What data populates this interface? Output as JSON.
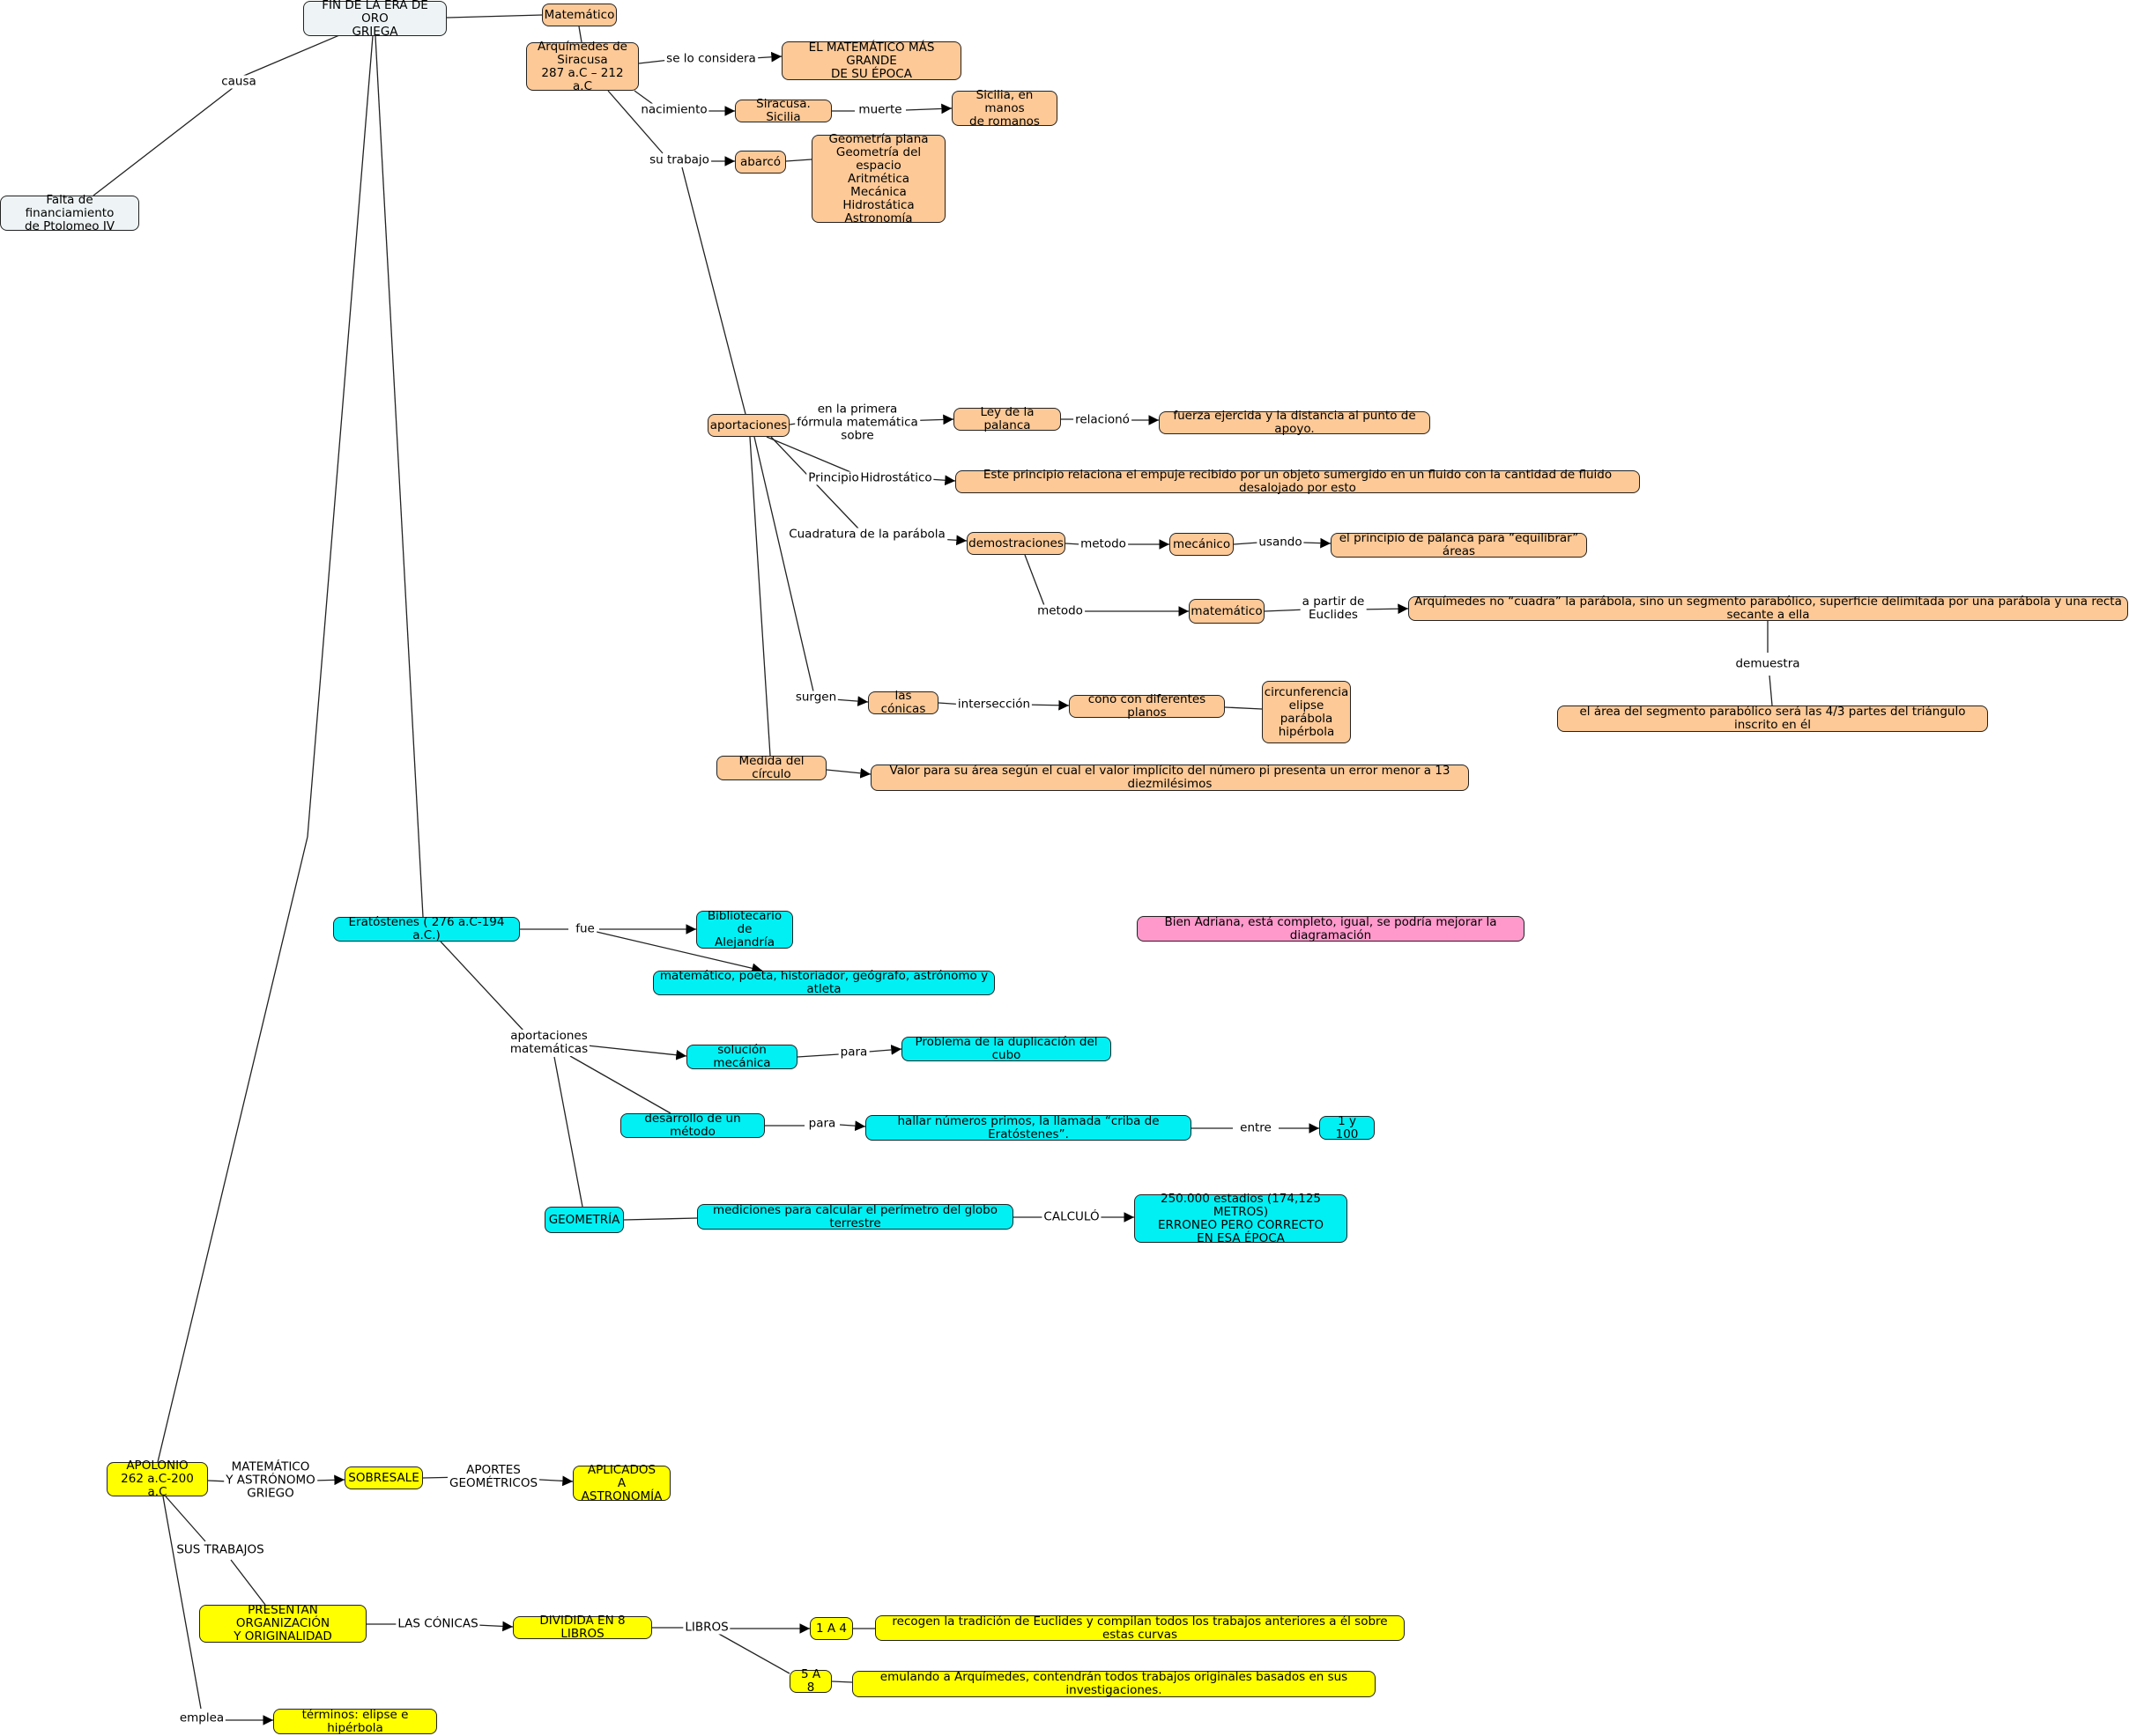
{
  "colors": {
    "root": "#eef4f5",
    "arquimedes": "#fcc997",
    "eratostenes": "#00f0f4",
    "apolonio": "#ffff00",
    "comment": "#ff99cc",
    "line": "#222222"
  },
  "nodes": {
    "fin_era": "FIN DE LA ERA DE ORO\nGRIEGA",
    "falta": "Falta de financiamiento\nde Ptolomeo IV",
    "matematico": "Matemático",
    "arquimedes": "Arquímedes de\nSiracusa\n287 a.C – 212 a.C",
    "mat_grande": "EL MATEMÁTICO MÁS GRANDE\nDE SU ÉPOCA",
    "siracusa": "Siracusa. Sicilia",
    "sicilia": "Sicilia, en manos\nde romanos",
    "abarco": "abarcó",
    "areas": "Geometría plana\nGeometría del espacio\nAritmética\nMecánica\nHidrostática\nAstronomía",
    "aportaciones": "aportaciones",
    "ley_palanca": "Ley de la palanca",
    "fuerza": "fuerza ejercida y la distancia al punto de apoyo.",
    "principio_hidro": "Este principio relaciona el empuje recibido por un objeto sumergido en un fluido con la cantidad de fluido desalojado por esto",
    "demostraciones": "demostraciones",
    "mecanico": "mecánico",
    "palanca_areas": "el principio de palanca para “equilibrar” áreas",
    "matematico2": "matemático",
    "cuadra": "Arquímedes no “cuadra” la parábola, sino un segmento parabólico, superficie delimitada por una parábola y una recta secante a ella",
    "area_segmento": "el área del segmento parabólico será las 4/3 partes del triángulo inscrito en él",
    "conicas": "las cónicas",
    "cono": "cono con diferentes planos",
    "curvas": "circunferencia\nelipse\nparábola\nhipérbola",
    "medida": "Medida del círculo",
    "valor": "Valor para su área según el cual el valor implícito del número pi presenta un error menor a 13 diezmilésimos",
    "eratostenes": "Eratóstenes ( 276 a.C-194 a.C.)",
    "bibliotecario": "Bibliotecario de\nAlejandría",
    "oficios": "matemático, poeta, historiador, geógrafo, astrónomo y atleta",
    "comentario": "Bien Adriana, está completo, igual, se podría mejorar la diagramación",
    "solucion": "solución mecánica",
    "duplicacion": "Problema de la duplicación del cubo",
    "desarrollo": "desarrollo de un método",
    "primos": "hallar números primos, la llamada “criba de Eratóstenes”.",
    "rango": "1 y 100",
    "geometria": "GEOMETRÍA",
    "mediciones": "mediciones para calcular el perímetro del globo terrestre",
    "estadios": "250.000 estadios (174,125 METROS)\nERRONEO PERO CORRECTO\nEN ESA ÉPOCA",
    "apolonio": "APOLONIO\n262 a.C-200 a.C",
    "sobresale": "SOBRESALE",
    "aplicados": "APLICADOS\nA ASTRONOMÍA",
    "presentan": "PRESENTAN ORGANIZACIÓN\nY ORIGINALIDAD",
    "dividida": "DIVIDIDA EN 8 LIBROS",
    "libros14": "1 A 4",
    "recogen": "recogen la tradición de Euclides y compilan todos los trabajos anteriores a él sobre estas curvas",
    "libros58": "5 A 8",
    "emulando": "emulando a Arquímedes, contendrán todos trabajos originales basados en sus investigaciones.",
    "terminos": "términos: elipse e hipérbola"
  },
  "labels": {
    "causa": "causa",
    "se_considera": "se lo considera",
    "nacimiento": "nacimiento",
    "muerte": "muerte",
    "su_trabajo": "su trabajo",
    "primera_formula": "en la primera\nfórmula matemática\nsobre",
    "relaciono": "relacionó",
    "principio": "Principio",
    "hidrostatico": "Hidrostático",
    "cuadratura": "Cuadratura de la parábola",
    "metodo1": "metodo",
    "usando": "usando",
    "metodo2": "metodo",
    "a_partir": "a partir de\nEuclides",
    "demuestra": "demuestra",
    "surgen": "surgen",
    "interseccion": "intersección",
    "fue": "fue",
    "aport_mat": "aportaciones\nmatemáticas",
    "para1": "para",
    "para2": "para",
    "entre": "entre",
    "calculo": "CALCULÓ",
    "mat_astro": "MATEMÁTICO\nY ASTRÓNOMO\nGRIEGO",
    "aportes_geo": "APORTES\nGEOMÉTRICOS",
    "sus_trabajos": "SUS TRABAJOS",
    "las_conicas": "LAS CÓNICAS",
    "libros": "LIBROS",
    "emplea": "emplea"
  }
}
